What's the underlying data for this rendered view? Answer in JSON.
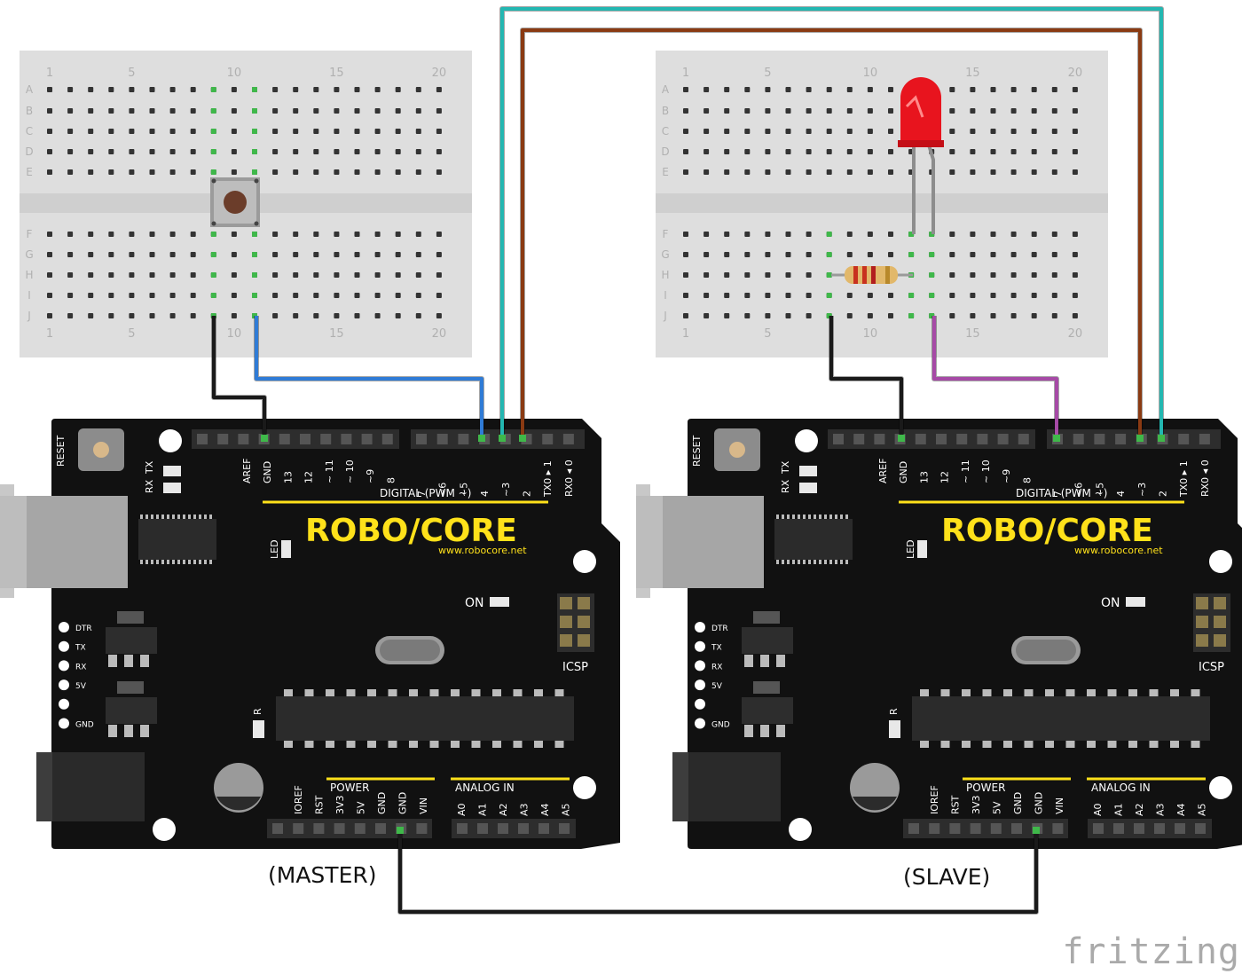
{
  "diagram": {
    "breadboard": {
      "rows_top": [
        "A",
        "B",
        "C",
        "D",
        "E"
      ],
      "rows_bottom": [
        "F",
        "G",
        "H",
        "I",
        "J"
      ],
      "col_numbers": [
        "1",
        "5",
        "10",
        "15",
        "20"
      ]
    },
    "boards": [
      {
        "id": "master",
        "caption": "(MASTER)",
        "brand": "ROBO⚡CORE",
        "url": "www.robocore.net"
      },
      {
        "id": "slave",
        "caption": "(SLAVE)",
        "brand": "ROBO⚡CORE",
        "url": "www.robocore.net"
      }
    ],
    "board_labels": {
      "reset": "RESET",
      "rx": "RX",
      "tx": "TX",
      "aref": "AREF",
      "gnd": "GND",
      "digital_pins": [
        "13",
        "12",
        "~ 11",
        "~ 10",
        "~9",
        "8",
        "7",
        "~6",
        "~5",
        "4",
        "~3",
        "2",
        "TX0 ▸ 1",
        "RX0 ◂ 0"
      ],
      "digital_title": "DIGITAL (PWM ~)",
      "led": "LED",
      "on": "ON",
      "icsp": "ICSP",
      "r": "R",
      "side_labels": [
        "DTR",
        "TX",
        "RX",
        "5V",
        "",
        "GND"
      ],
      "power_title": "POWER",
      "power_pins": [
        "IOREF",
        "RST",
        "3V3",
        "5V",
        "GND",
        "GND",
        "VIN"
      ],
      "analog_title": "ANALOG IN",
      "analog_pins": [
        "A0",
        "A1",
        "A2",
        "A3",
        "A4",
        "A5"
      ]
    },
    "wire_colors": {
      "black": "#1a1a1a",
      "blue": "#2f7bd6",
      "cyan": "#23b7b1",
      "brown": "#8a3a12",
      "purple": "#a64aa6",
      "led": "#e8141e",
      "board": "#111111",
      "yellow": "#ffe11a"
    },
    "watermark": "fritzing"
  }
}
